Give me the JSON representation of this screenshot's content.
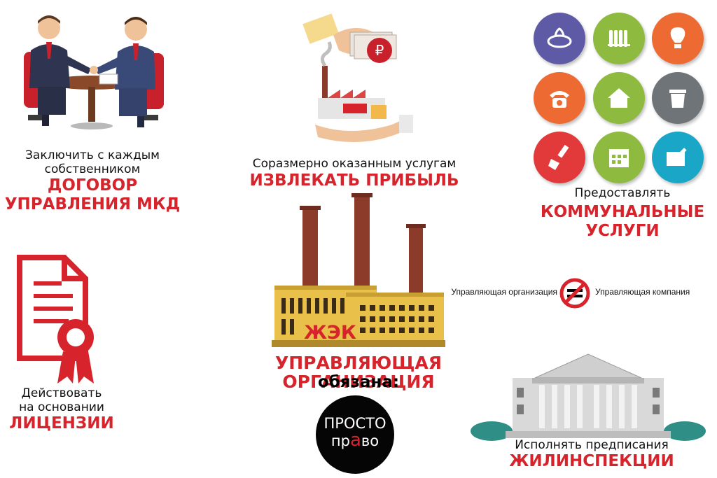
{
  "colors": {
    "accent_red": "#d7232b",
    "purple": "#5f5aa6",
    "green": "#8dba3f",
    "orange": "#ee6a33",
    "gray": "#6f7478",
    "crimson": "#e23a3a",
    "teal": "#1aa7c7",
    "factory_yellow": "#e9c14a",
    "chimney_brown": "#8c3a2a"
  },
  "blocks": {
    "contract": {
      "line1": "Заключить с каждым",
      "line2": "собственником",
      "red1": "ДОГОВОР",
      "red2": "УПРАВЛЕНИЯ МКД",
      "icon": "handshake-meeting-illustration"
    },
    "profit": {
      "caption": "Соразмерно оказанным услугам",
      "red": "ИЗВЛЕКАТЬ ПРИБЫЛЬ",
      "icon": "money-hand-factory-illustration"
    },
    "utilities": {
      "caption": "Предоставлять",
      "red1": "КОММУНАЛЬНЫЕ",
      "red2": "УСЛУГИ",
      "icons": [
        "gas-burner-icon",
        "radiator-icon",
        "lightbulb-icon",
        "telephone-icon",
        "house-icon",
        "trash-bin-icon",
        "paint-brush-icon",
        "calendar-icon",
        "document-pen-icon"
      ]
    },
    "license": {
      "line1": "Действовать",
      "line2": "на основании",
      "red": "ЛИЦЕНЗИИ",
      "icon": "license-certificate-icon"
    },
    "center": {
      "sign": "ЖЭК",
      "red": "УПРАВЛЯЮЩАЯ ОРГАНИЗАЦИЯ",
      "sub": "обязана:"
    },
    "not_equal": {
      "left": "Управляющая организация",
      "right": "Управляющая компания"
    },
    "inspection": {
      "caption": "Исполнять предписания",
      "red": "ЖИЛИНСПЕКЦИИ",
      "icon": "government-building-illustration"
    },
    "logo": {
      "line1": "ПРОСТО",
      "line2a": "пр",
      "line2b": "а",
      "line2c": "во"
    }
  }
}
